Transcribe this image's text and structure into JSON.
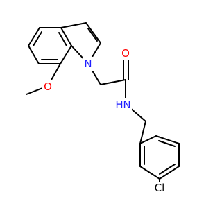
{
  "molecule": {
    "atoms": {
      "nitrogen_indole": {
        "symbol": "N",
        "color": "#1f1fff"
      },
      "oxygen_carbonyl": {
        "symbol": "O",
        "color": "#ff0000"
      },
      "oxygen_methoxy": {
        "symbol": "O",
        "color": "#ff0000"
      },
      "nitrogen_amide": {
        "symbol": "N",
        "color": "#1f1fff"
      },
      "hydrogen_amide": {
        "symbol": "H",
        "color": "#1f1fff"
      },
      "chlorine": {
        "symbol": "Cl",
        "color": "#000000"
      }
    },
    "bond_color": "#000000"
  }
}
